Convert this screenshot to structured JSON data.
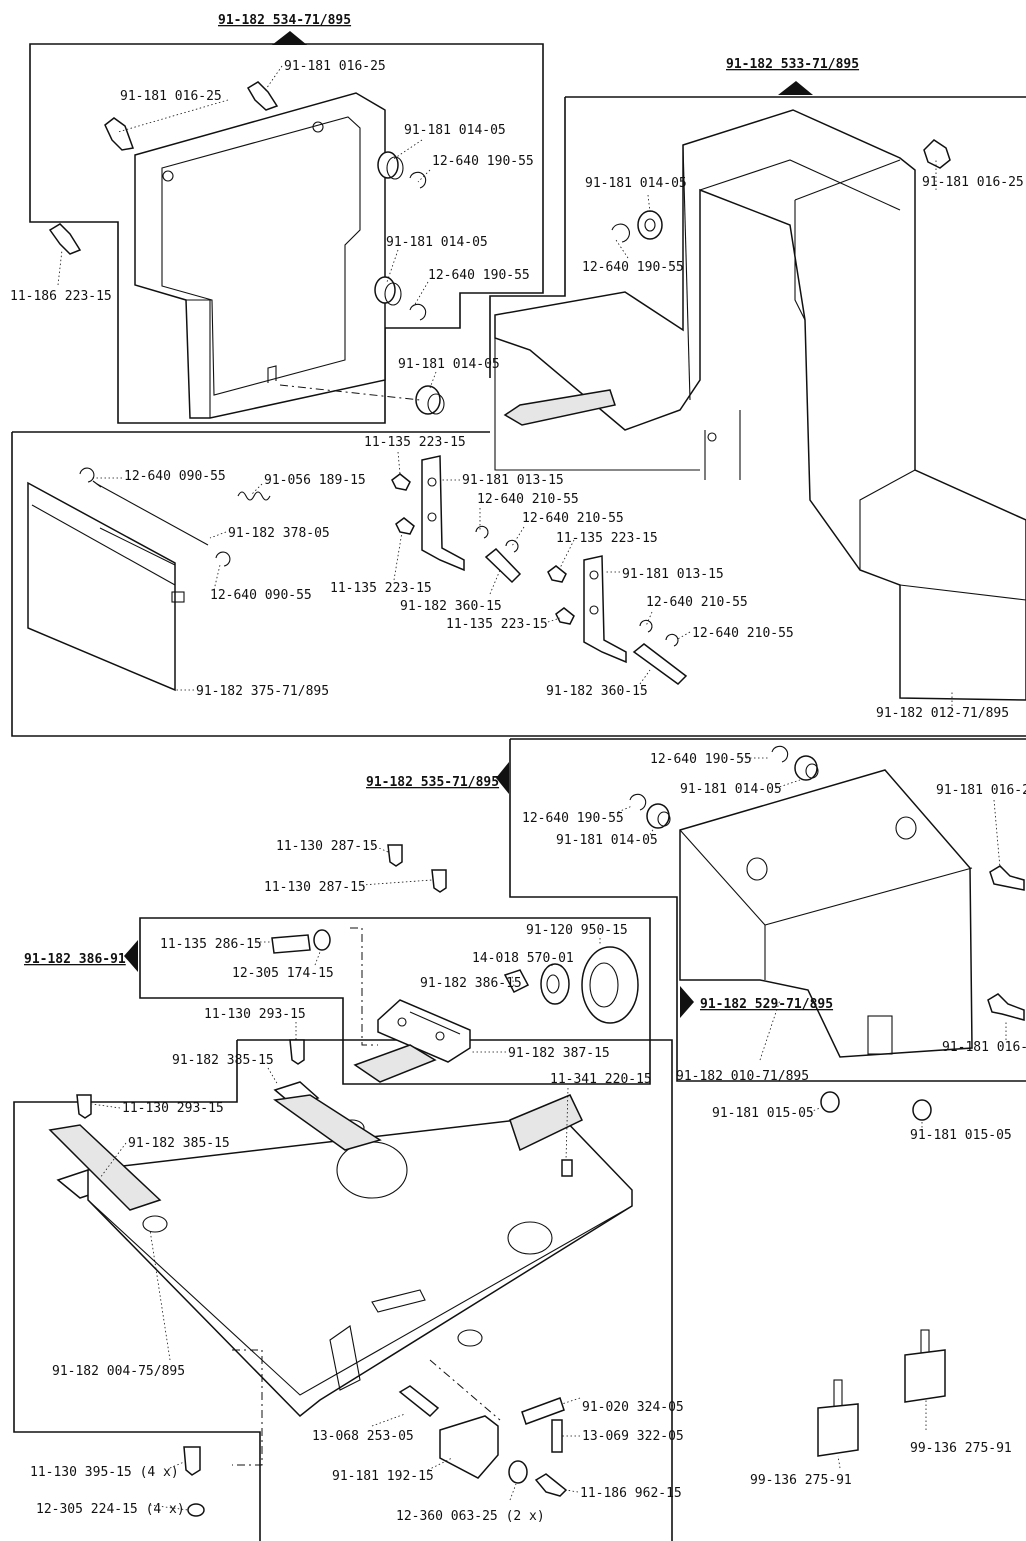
{
  "assemblies": {
    "a534": "91-182 534-71/895",
    "a533": "91-182 533-71/895",
    "a535": "91-182 535-71/895",
    "a386": "91-182 386-91",
    "a529": "91-182 529-71/895"
  },
  "labels": {
    "l01": "91-181 016-25",
    "l02": "91-181 016-25",
    "l03": "91-181 014-05",
    "l04": "12-640 190-55",
    "l05": "91-181 014-05",
    "l06": "12-640 190-55",
    "l07": "11-186 223-15",
    "l08": "91-181 014-05",
    "l09": "91-181 014-05",
    "l10": "91-181 016-25",
    "l11": "12-640 190-55",
    "l12": "12-640 090-55",
    "l13": "91-056 189-15",
    "l14": "91-182 378-05",
    "l15": "12-640 090-55",
    "l16": "91-182 375-71/895",
    "l17": "11-135 223-15",
    "l18": "91-181 013-15",
    "l19": "12-640 210-55",
    "l20": "12-640 210-55",
    "l21": "11-135 223-15",
    "l22": "11-135 223-15",
    "l23": "91-182 360-15",
    "l24": "91-181 013-15",
    "l25": "12-640 210-55",
    "l26": "11-135 223-15",
    "l27": "12-640 210-55",
    "l28": "91-182 360-15",
    "l29": "91-182 012-71/895",
    "l30": "12-640 190-55",
    "l31": "91-181 014-05",
    "l32": "12-640 190-55",
    "l33": "91-181 014-05",
    "l34": "91-181 016-2",
    "l35": "11-130 287-15",
    "l36": "11-130 287-15",
    "l37": "11-135 286-15",
    "l38": "12-305 174-15",
    "l39": "91-120 950-15",
    "l40": "14-018 570-01",
    "l41": "91-182 386-15",
    "l42": "91-182 387-15",
    "l43": "11-130 293-15",
    "l44": "91-182 385-15",
    "l45": "11-130 293-15",
    "l46": "91-182 385-15",
    "l47": "91-182 010-71/895",
    "l48": "91-181 016-",
    "l49": "11-341 220-15",
    "l50": "91-181 015-05",
    "l51": "91-181 015-05",
    "l52": "91-182 004-75/895",
    "l53": "13-068 253-05",
    "l54": "91-020 324-05",
    "l55": "13-069 322-05",
    "l56": "91-181 192-15",
    "l57": "11-186 962-15",
    "l58": "12-360 063-25 (2 x)",
    "l59": "11-130 395-15 (4 x)",
    "l60": "12-305 224-15 (4 x)",
    "l61": "99-136 275-91",
    "l62": "99-136 275-91"
  }
}
